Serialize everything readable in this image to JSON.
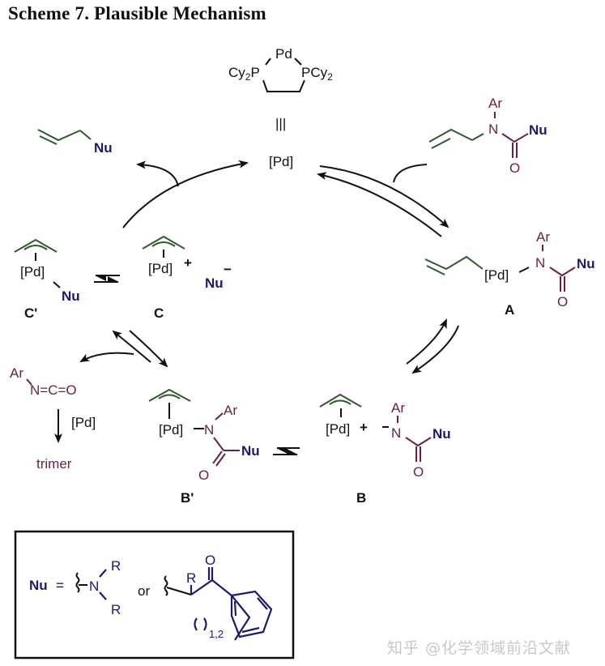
{
  "title": "Scheme 7. Plausible Mechanism",
  "catalyst": {
    "metal": "Pd",
    "ligand_left": "Cy",
    "ligand_right": "PCy",
    "sub": "2",
    "p_left": "P",
    "equiv_symbol": "|||",
    "short_name": "[Pd]"
  },
  "species": {
    "product": {
      "nu": "Nu"
    },
    "substrate": {
      "ar": "Ar",
      "n": "N",
      "nu": "Nu",
      "o": "O"
    },
    "A": {
      "label": "A",
      "pd": "[Pd]",
      "ar": "Ar",
      "n": "N",
      "nu": "Nu",
      "o": "O"
    },
    "B": {
      "label": "B",
      "pd": "[Pd]",
      "plus": "+",
      "minus": "-",
      "ar": "Ar",
      "n": "N",
      "nu": "Nu",
      "o": "O"
    },
    "B_prime": {
      "label": "B'",
      "pd": "[Pd]",
      "ar": "Ar",
      "n": "N",
      "nu": "Nu",
      "o": "O"
    },
    "C": {
      "label": "C",
      "pd": "[Pd]",
      "plus": "+",
      "nu": "Nu",
      "minus": "−"
    },
    "C_prime": {
      "label": "C'",
      "pd": "[Pd]",
      "nu": "Nu"
    },
    "isocyanate": {
      "ar": "Ar",
      "formula": "N=C=O",
      "reagent": "[Pd]",
      "product": "trimer"
    }
  },
  "legend": {
    "nu": "Nu",
    "equals": "=",
    "n": "N",
    "r1": "R",
    "r2": "R",
    "or": "or",
    "r3": "R",
    "o": "O",
    "ring_size": "1,2"
  },
  "watermark": "知乎 @化学领域前沿文献",
  "colors": {
    "green": "#2e5a2a",
    "purple": "#6b1f4a",
    "navy": "#1a1a6e",
    "black": "#111111"
  }
}
